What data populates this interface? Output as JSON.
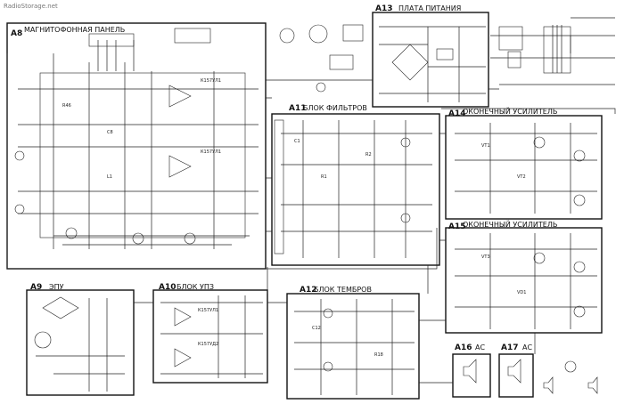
{
  "watermark": "RadioStorage.net",
  "blocks": {
    "a8": {
      "id": "А8",
      "title": "МАГНИТОФОННАЯ ПАНЕЛЬ"
    },
    "a9": {
      "id": "А9",
      "title": "ЭПУ"
    },
    "a10": {
      "id": "А10",
      "title": "БЛОК УПЗ"
    },
    "a11": {
      "id": "А11",
      "title": "БЛОК ФИЛЬТРОВ"
    },
    "a12": {
      "id": "А12",
      "title": "БЛОК ТЕМБРОВ"
    },
    "a13": {
      "id": "А13",
      "title": "ПЛАТА ПИТАНИЯ"
    },
    "a14": {
      "id": "А14",
      "title": "ОКОНЕЧНЫЙ УСИЛИТЕЛЬ"
    },
    "a15": {
      "id": "А15",
      "title": "ОКОНЕЧНЫЙ УСИЛИТЕЛЬ"
    },
    "a16": {
      "id": "А16",
      "title": "АС"
    },
    "a17": {
      "id": "А17",
      "title": "АС"
    }
  },
  "chip_labels": {
    "a8_top": "К157УЛ1",
    "a8_mid": "К157УЛ1",
    "a10_top": "К157УЛ1",
    "a10_bottom": "К157УД2"
  },
  "ref_labels": [
    "R46",
    "C8",
    "С1",
    "R1",
    "R2",
    "VT1",
    "VT2",
    "VT3",
    "VD1",
    "C12",
    "R18",
    "L1"
  ]
}
